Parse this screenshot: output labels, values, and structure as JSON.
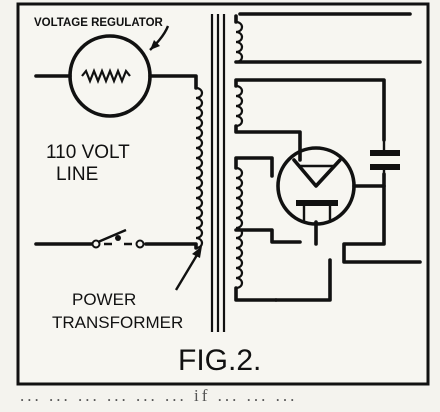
{
  "labels": {
    "voltage_regulator": "VOLTAGE REGULATOR",
    "line_1": "110 VOLT",
    "line_2": "LINE",
    "transformer_1": "POWER",
    "transformer_2": "TRANSFORMER",
    "figure": "FIG.2."
  },
  "caption_fragment": "...         ...      ...   ... ...  ...  if ...  ...  ..."
}
